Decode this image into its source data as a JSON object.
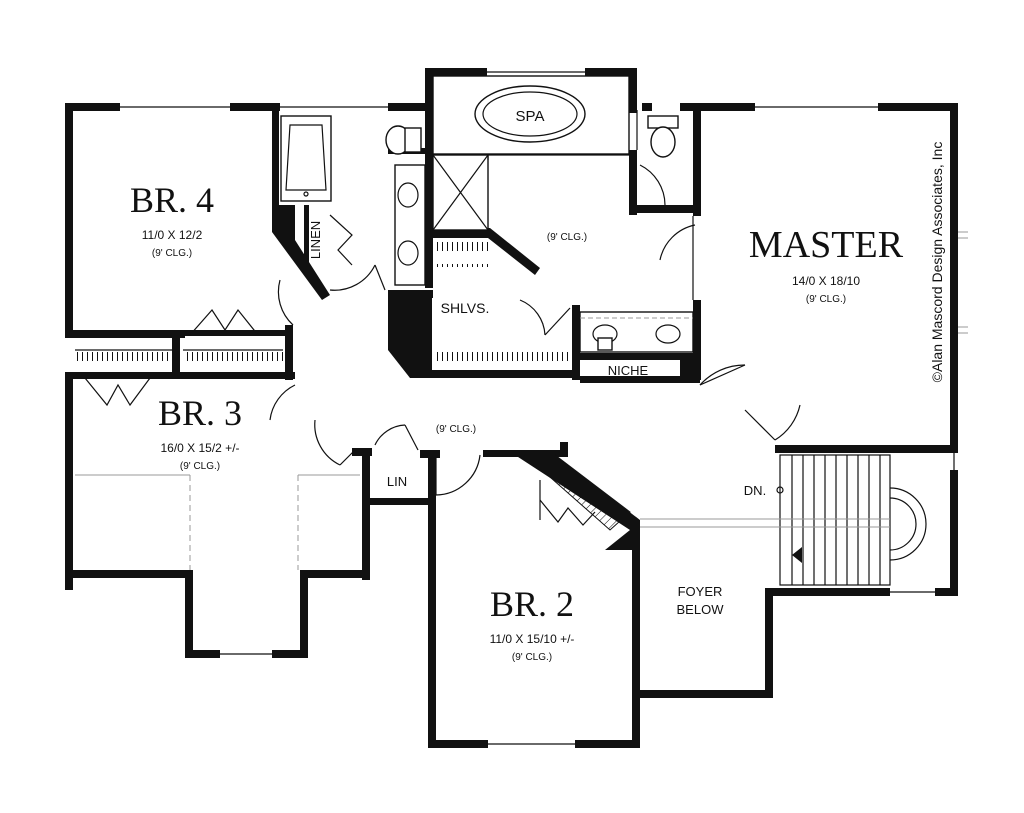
{
  "rooms": {
    "br4": {
      "name": "BR. 4",
      "size": "11/0  X  12/2",
      "clg": "(9' CLG.)"
    },
    "br3": {
      "name": "BR. 3",
      "size": "16/0  X  15/2  +/-",
      "clg": "(9' CLG.)"
    },
    "br2": {
      "name": "BR. 2",
      "size": "11/0  X  15/10  +/-",
      "clg": "(9' CLG.)"
    },
    "master": {
      "name": "MASTER",
      "size": "14/0  X  18/10",
      "clg": "(9' CLG.)"
    }
  },
  "labels": {
    "spa": "SPA",
    "linen": "LINEN",
    "lin": "LIN",
    "shelves": "SHLVS.",
    "niche": "NICHE",
    "bath_clg": "(9' CLG.)",
    "hall_clg": "(9' CLG.)",
    "down": "DN.",
    "foyer_line1": "FOYER",
    "foyer_line2": "BELOW"
  },
  "copyright": "©Alan Mascord Design Associates, Inc"
}
